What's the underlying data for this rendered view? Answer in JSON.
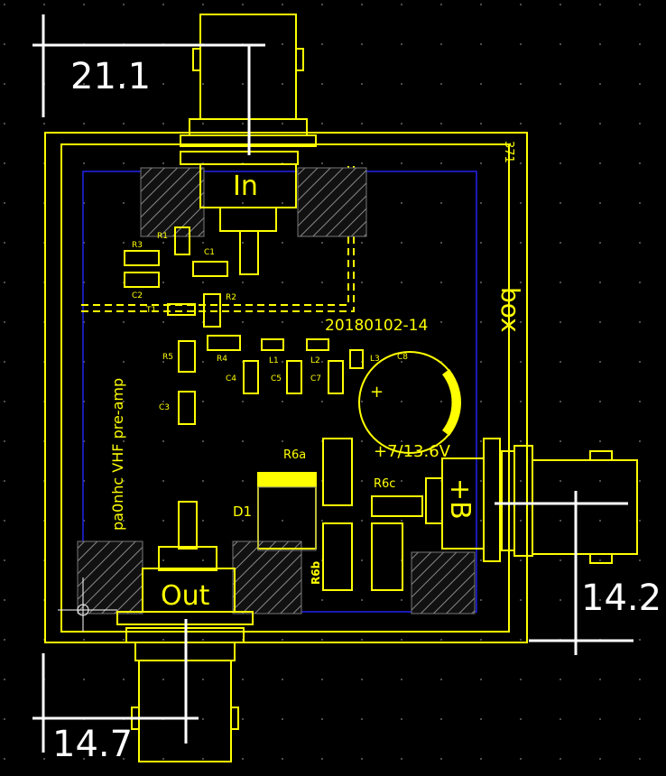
{
  "dimensions": {
    "top": "21.1",
    "right": "14.2",
    "bottom": "14.7"
  },
  "connectors": {
    "input": "In",
    "output": "Out",
    "power": "+B"
  },
  "labels": {
    "date_code": "20180102-14",
    "board_title": "pa0nhc VHF pre-amp",
    "box": "box",
    "box_size": "371",
    "supply": "+7/13.6V",
    "cap_plus": "+"
  },
  "components": {
    "R1": "R1",
    "R2": "R2",
    "R3": "R3",
    "R4": "R4",
    "R5": "R5",
    "C1": "C1",
    "C2": "C2",
    "C3": "C3",
    "C4": "C4",
    "C5": "C5",
    "C7": "C7",
    "C8": "C8",
    "L1": "L1",
    "L2": "L2",
    "L3": "L3",
    "T1": "T1",
    "D1": "D1",
    "R6a": "R6a",
    "R6b": "R6b",
    "R6c": "R6c"
  },
  "colors": {
    "background": "#000000",
    "silkscreen": "#ffff00",
    "dimension": "#ffffff",
    "board_outline": "#2222ee"
  }
}
